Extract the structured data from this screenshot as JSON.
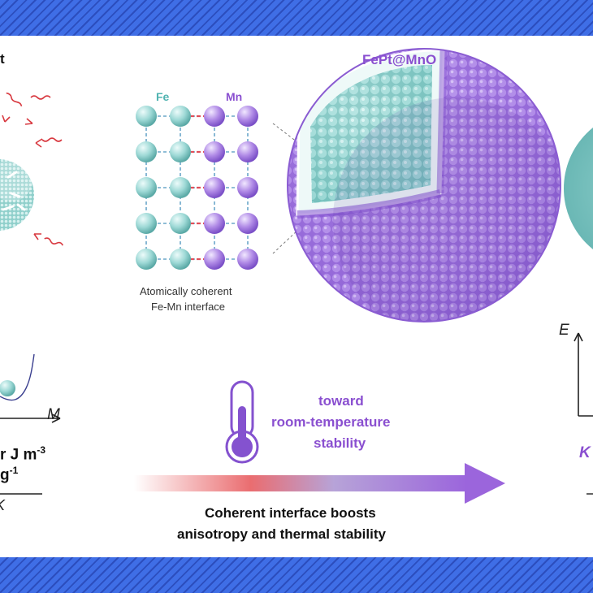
{
  "left_panel": {
    "title_fragment": "t",
    "axis_label": "M",
    "value_line1": "r J m",
    "value_line1_sup": "-3",
    "value_line2": "g",
    "value_line2_sup": "-1",
    "footer_fragment": "K"
  },
  "center_panel": {
    "label_fe": "Fe",
    "label_mn": "Mn",
    "interface_caption_line1": "Atomically coherent",
    "interface_caption_line2": "Fe-Mn interface",
    "particle_title": "FePt@MnO",
    "arrow_label_line1": "toward",
    "arrow_label_line2": "room-temperature",
    "arrow_label_line3": "stability",
    "bottom_caption_line1": "Coherent interface boosts",
    "bottom_caption_line2": "anisotropy and thermal stability"
  },
  "right_panel": {
    "axis_label": "E",
    "footer_fragment": "K"
  },
  "colors": {
    "band_blue": "#3f6ee6",
    "cyan": "#8fd3d0",
    "purple": "#a277e0",
    "red": "#e0505a",
    "text_purple": "#8a4fd0",
    "text_cyan": "#4fb3b0"
  }
}
